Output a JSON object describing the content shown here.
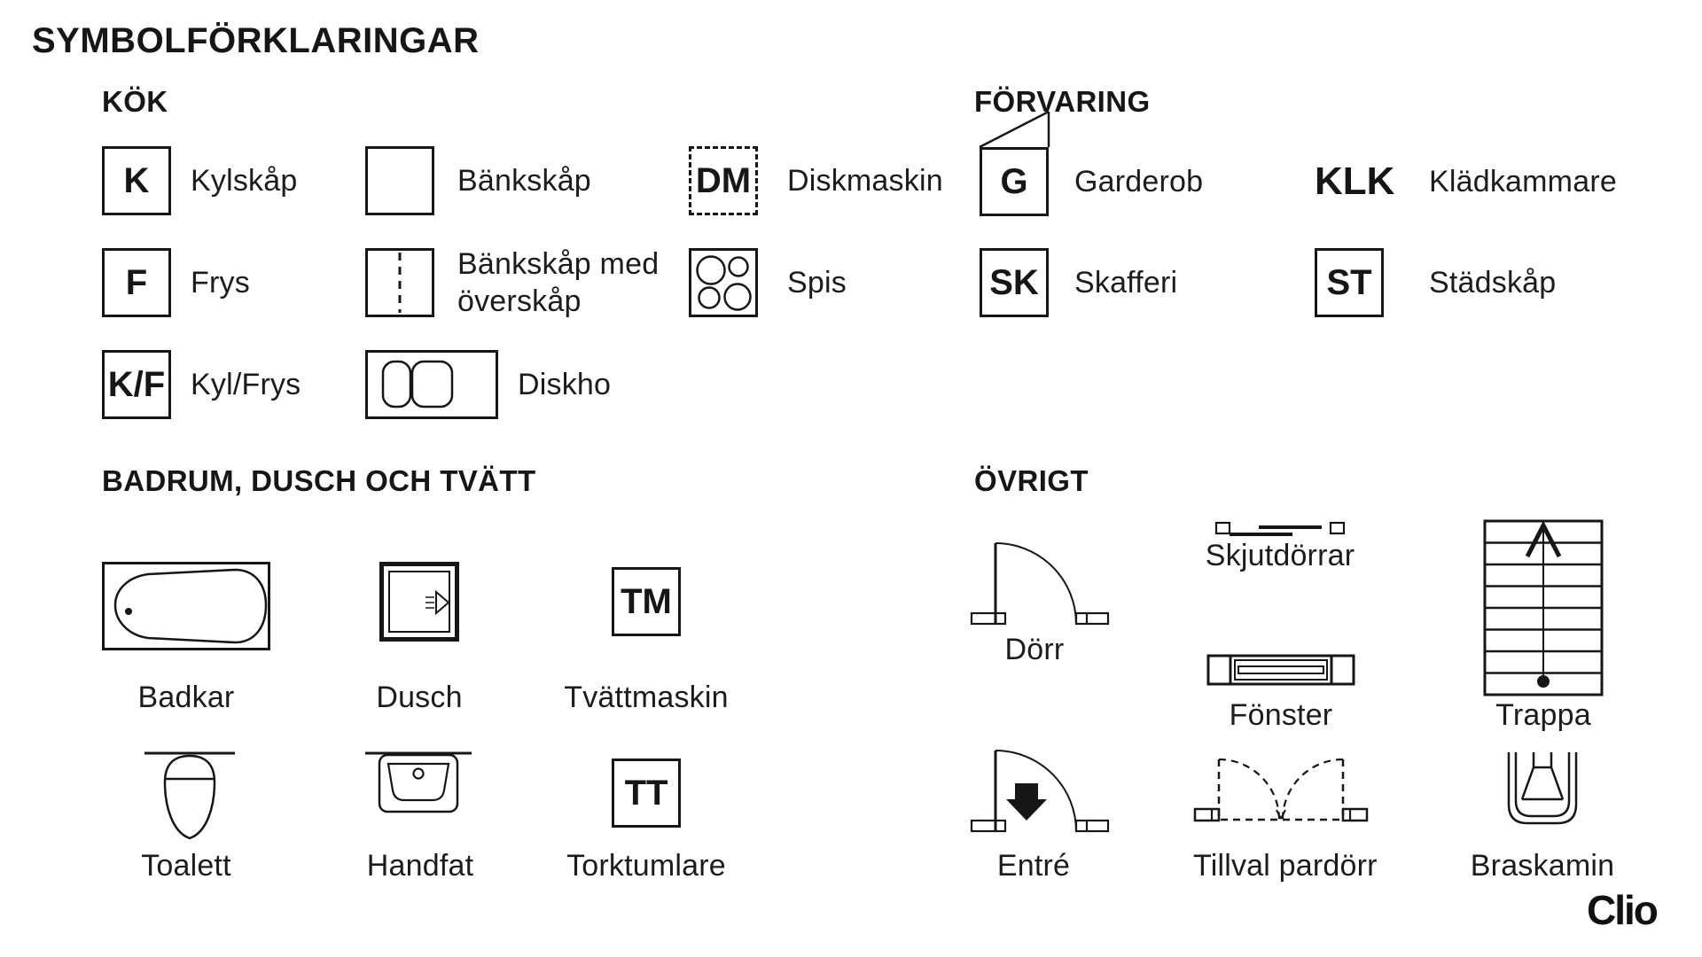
{
  "title": "SYMBOLFÖRKLARINGAR",
  "brand": "Clio",
  "colors": {
    "ink": "#161616",
    "background": "#ffffff"
  },
  "sections": {
    "kok": {
      "heading": "KÖK",
      "items": {
        "kylskap": {
          "symbol_letter": "K",
          "label": "Kylskåp"
        },
        "bankskap": {
          "label": "Bänkskåp"
        },
        "diskmaskin": {
          "symbol_letter": "DM",
          "label": "Diskmaskin"
        },
        "frys": {
          "symbol_letter": "F",
          "label": "Frys"
        },
        "bankskap_med_overskap": {
          "label_line1": "Bänkskåp med",
          "label_line2": "överskåp"
        },
        "spis": {
          "label": "Spis"
        },
        "kyl_frys": {
          "symbol_letter": "K/F",
          "label": "Kyl/Frys"
        },
        "diskho": {
          "label": "Diskho"
        }
      }
    },
    "forvaring": {
      "heading": "FÖRVARING",
      "items": {
        "garderob": {
          "symbol_letter": "G",
          "label": "Garderob"
        },
        "kladkammare": {
          "symbol_letter": "KLK",
          "label": "Klädkammare"
        },
        "skafferi": {
          "symbol_letter": "SK",
          "label": "Skafferi"
        },
        "stadskap": {
          "symbol_letter": "ST",
          "label": "Städskåp"
        }
      }
    },
    "badrum": {
      "heading": "BADRUM, DUSCH OCH TVÄTT",
      "items": {
        "badkar": {
          "label": "Badkar"
        },
        "dusch": {
          "label": "Dusch"
        },
        "tvattmaskin": {
          "symbol_letter": "TM",
          "label": "Tvättmaskin"
        },
        "toalett": {
          "label": "Toalett"
        },
        "handfat": {
          "label": "Handfat"
        },
        "torktumlare": {
          "symbol_letter": "TT",
          "label": "Torktumlare"
        }
      }
    },
    "ovrigt": {
      "heading": "ÖVRIGT",
      "items": {
        "dorr": {
          "label": "Dörr"
        },
        "skjutdorrar": {
          "label": "Skjutdörrar"
        },
        "fonster": {
          "label": "Fönster"
        },
        "trappa": {
          "label": "Trappa"
        },
        "entre": {
          "label": "Entré"
        },
        "tillval_pardorr": {
          "label": "Tillval pardörr"
        },
        "braskamin": {
          "label": "Braskamin"
        }
      }
    }
  }
}
